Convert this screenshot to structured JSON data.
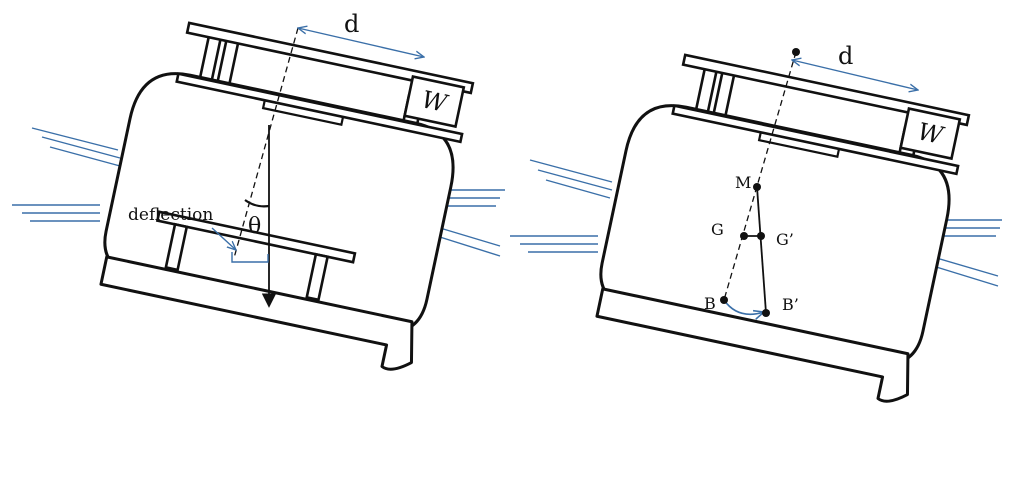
{
  "left_figure": {
    "distance_label": "d",
    "weight_label": "W",
    "deflection_label": "deflection",
    "angle_label": "θ"
  },
  "right_figure": {
    "distance_label": "d",
    "weight_label": "W",
    "point_M": "M",
    "point_G": "G",
    "point_G_prime": "G’",
    "point_B": "B",
    "point_B_prime": "B’"
  },
  "colors": {
    "line": "#111111",
    "water": "#3a6fa8",
    "accent": "#3a6fa8"
  }
}
